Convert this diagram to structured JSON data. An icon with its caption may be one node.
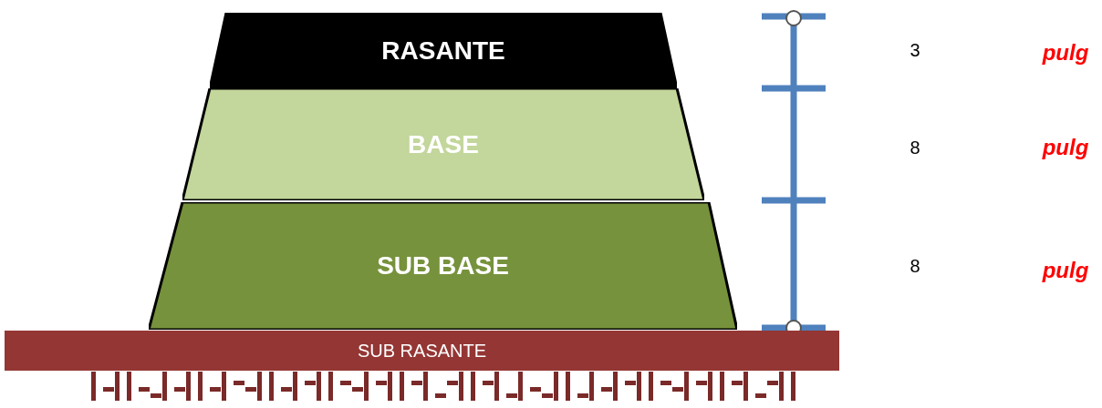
{
  "diagram": {
    "nodes": [
      {
        "text": [
          "RASANTE"
        ]
      },
      {
        "text": [
          "BASE"
        ]
      },
      {
        "text": [
          "SUB BASE"
        ]
      },
      {
        "text": [
          "SUB RASANTE"
        ]
      }
    ],
    "labels": [
      "3",
      "pulg",
      "8",
      "pulg",
      "8",
      "pulg"
    ]
  }
}
